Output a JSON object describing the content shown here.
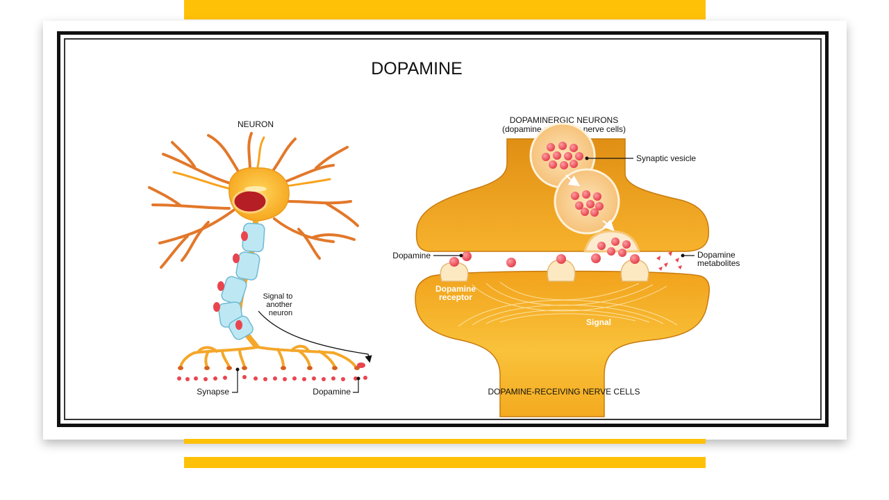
{
  "title": "DOPAMINE",
  "neuron": {
    "heading": "NEURON",
    "signal_label": [
      "Signal to",
      "another",
      "neuron"
    ],
    "synapse_label": "Synapse",
    "dopamine_label": "Dopamine"
  },
  "synapse": {
    "heading_line1": "DOPAMINERGIC NEURONS",
    "heading_line2": "(dopamine-producing nerve cells)",
    "vesicle_label": "Synaptic vesicle",
    "dopamine_label": "Dopamine",
    "metabolites_label": [
      "Dopamine",
      "metabolites"
    ],
    "receptor_label": [
      "Dopamine",
      "receptor"
    ],
    "signal_label": "Signal",
    "footer": "DOPAMINE-RECEIVING NERVE CELLS"
  },
  "colors": {
    "accent_bar": "#ffc107",
    "cell_orange": "#f7a81e",
    "cell_dark": "#d98a12",
    "dopamine_red": "#e9454f",
    "myelin": "#bde8f3"
  }
}
